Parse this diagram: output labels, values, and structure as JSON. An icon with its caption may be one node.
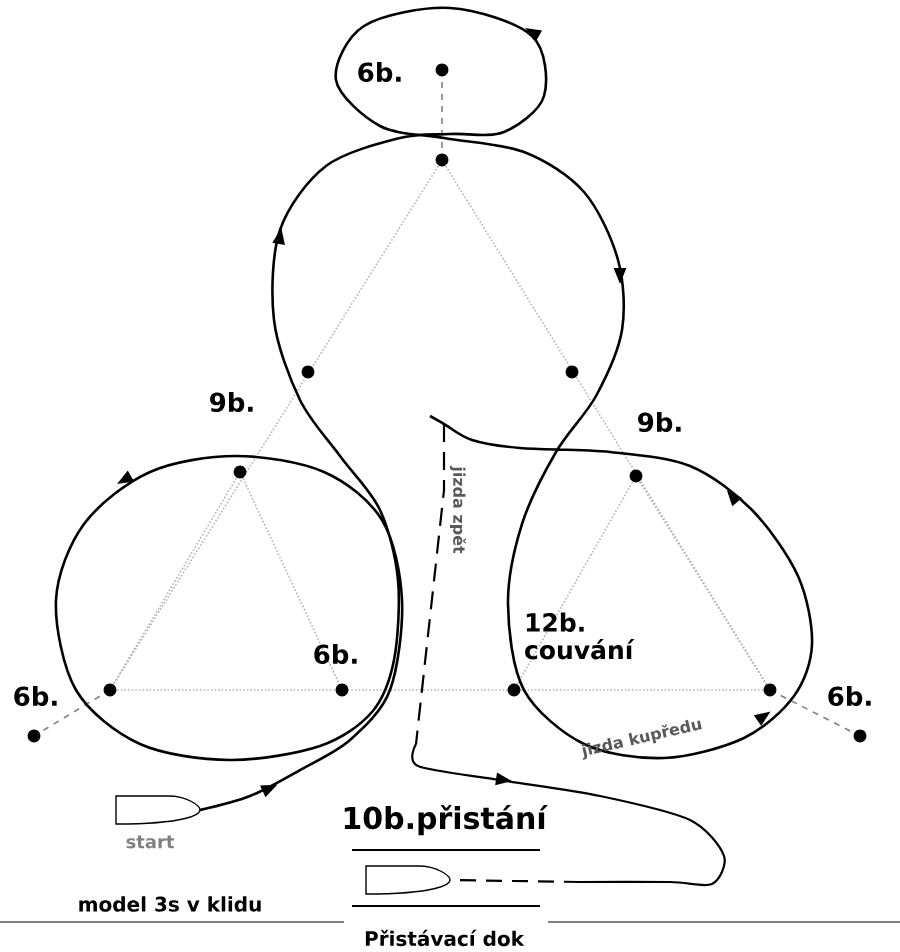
{
  "diagram": {
    "labels": [
      "6b.",
      "9b.",
      "9b.",
      "jizda zpět",
      "12b. couvání",
      "6b.",
      "6b.",
      "6b.",
      "jizda kupředu",
      "10b.přistání",
      "start",
      "model 3s v klidu",
      "Přistávací dok"
    ]
  }
}
